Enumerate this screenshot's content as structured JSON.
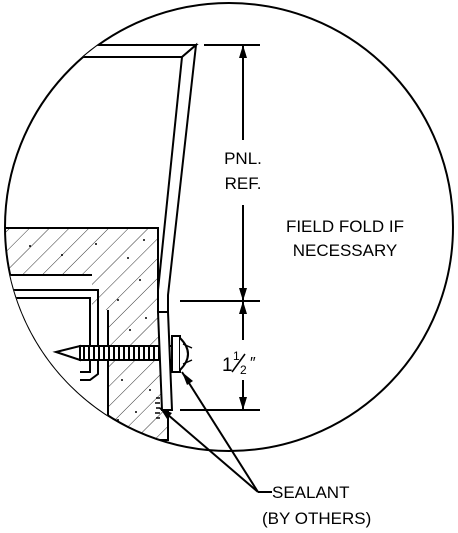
{
  "labels": {
    "panel_ref_line1": "PNL.",
    "panel_ref_line2": "REF.",
    "field_fold_line1": "FIELD FOLD IF",
    "field_fold_line2": "NECESSARY",
    "dimension_whole": "1",
    "dimension_fraction_num": "1",
    "dimension_fraction_den": "2",
    "dimension_inch_mark": "″",
    "sealant_line1": "SEALANT",
    "sealant_line2": "(BY OTHERS)"
  },
  "colors": {
    "line": "#000000",
    "background": "#ffffff"
  }
}
